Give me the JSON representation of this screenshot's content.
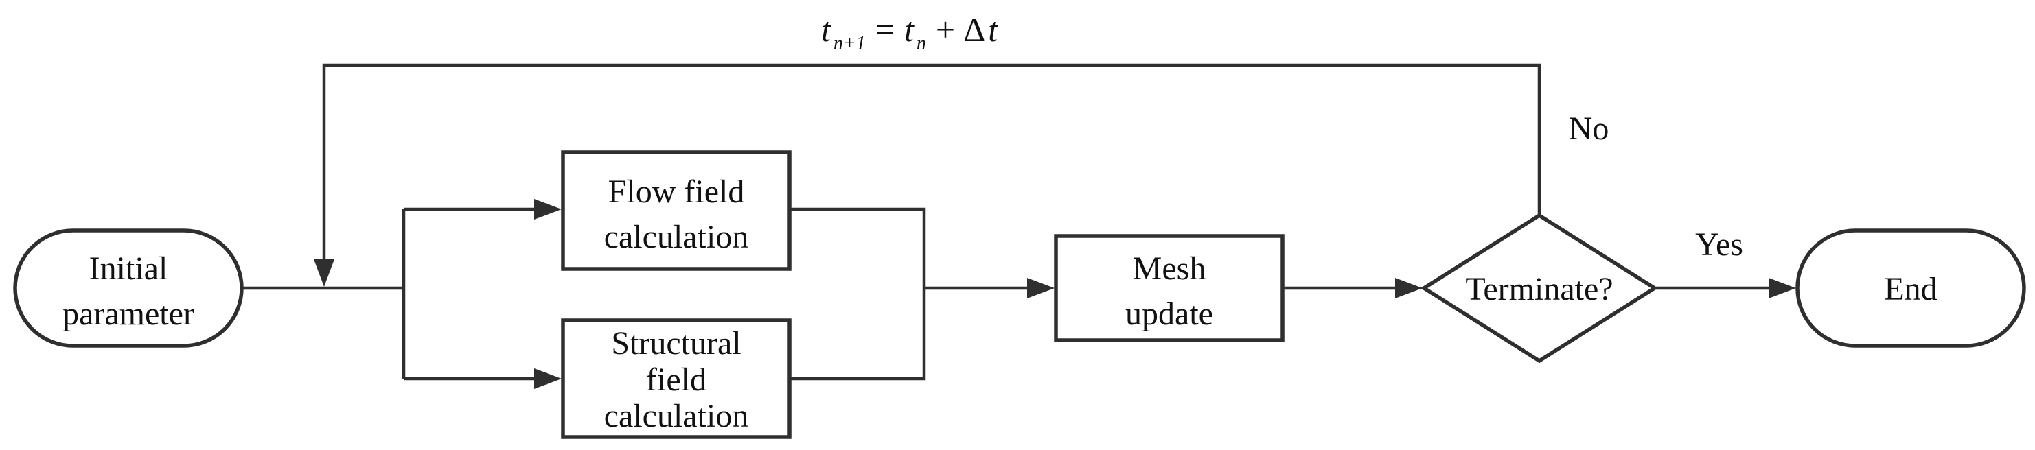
{
  "nodes": {
    "start": {
      "lines": [
        "Initial",
        "parameter"
      ]
    },
    "flow": {
      "lines": [
        "Flow field",
        "calculation"
      ]
    },
    "structural": {
      "lines": [
        "Structural",
        "field",
        "calculation"
      ]
    },
    "mesh": {
      "lines": [
        "Mesh",
        "update"
      ]
    },
    "decision": {
      "label": "Terminate?"
    },
    "end": {
      "label": "End"
    }
  },
  "edges": {
    "no_label": "No",
    "yes_label": "Yes"
  },
  "loop_formula": {
    "lhs_var": "t",
    "lhs_sub": "n+1",
    "equals": "=",
    "rhs_var": "t",
    "rhs_sub": "n",
    "plus": "+",
    "delta": "Δ",
    "delta_var": "t"
  }
}
